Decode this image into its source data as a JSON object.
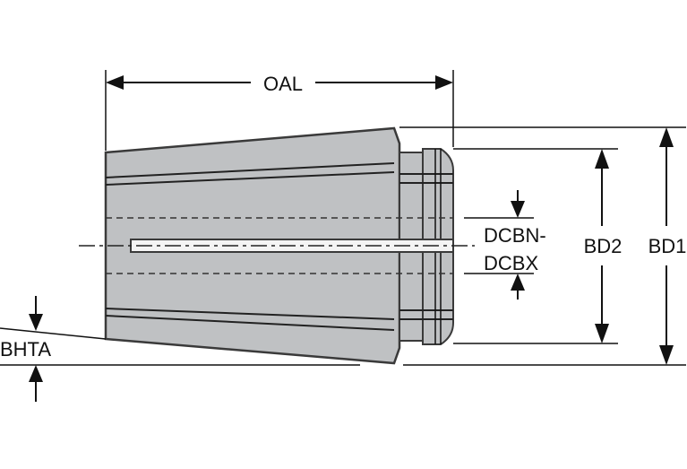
{
  "labels": {
    "oal": "OAL",
    "dcbn": "DCBN-",
    "dcbx": "DCBX",
    "bd2": "BD2",
    "bd1": "BD1",
    "bhta": "BHTA"
  },
  "colors": {
    "body_fill": "#bfc1c3",
    "body_stroke": "#3a3a3a",
    "line": "#111111",
    "background": "#ffffff"
  }
}
